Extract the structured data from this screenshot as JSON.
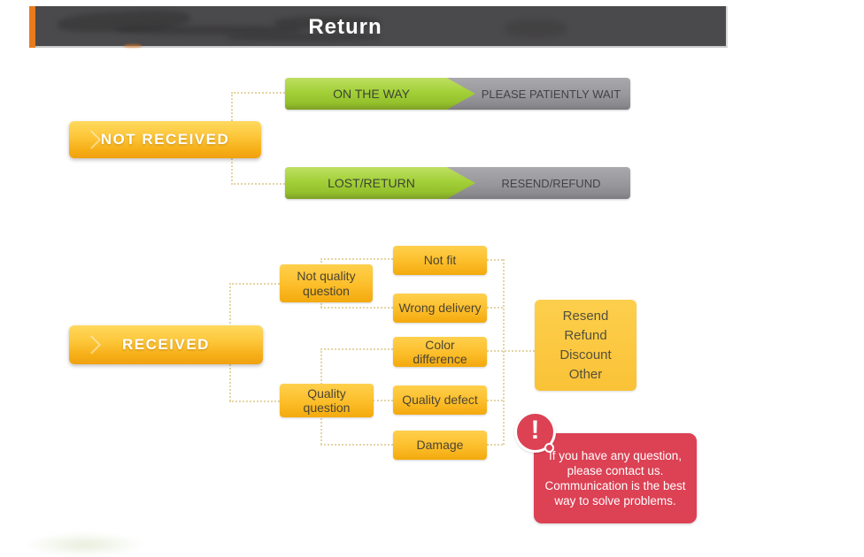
{
  "header": {
    "title": "Return"
  },
  "stages": {
    "not_received": "NOT RECEIVED",
    "received": "RECEIVED"
  },
  "flow_bars": [
    {
      "stage": "ON THE WAY",
      "outcome": "PLEASE PATIENTLY WAIT"
    },
    {
      "stage": "LOST/RETURN",
      "outcome": "RESEND/REFUND"
    }
  ],
  "branches": [
    {
      "label": "Not quality question"
    },
    {
      "label": "Quality question"
    }
  ],
  "reasons": [
    {
      "label": "Not fit"
    },
    {
      "label": "Wrong delivery"
    },
    {
      "label": "Color difference"
    },
    {
      "label": "Quality defect"
    },
    {
      "label": "Damage"
    }
  ],
  "outcomes": [
    {
      "label": "Resend"
    },
    {
      "label": "Refund"
    },
    {
      "label": "Discount"
    },
    {
      "label": "Other"
    }
  ],
  "notice": {
    "icon": "!",
    "lines": [
      "If you have any question,",
      "please contact us.",
      "Communication is the best",
      "way to solve problems."
    ]
  },
  "colors": {
    "accent_orange": "#e87b1e",
    "header_gray": "#4a494b",
    "green": "#9cc932",
    "bar_gray": "#98979b",
    "yellow": "#f6ae16",
    "red": "#dc4154",
    "dotted_line": "#e3d5a5"
  }
}
